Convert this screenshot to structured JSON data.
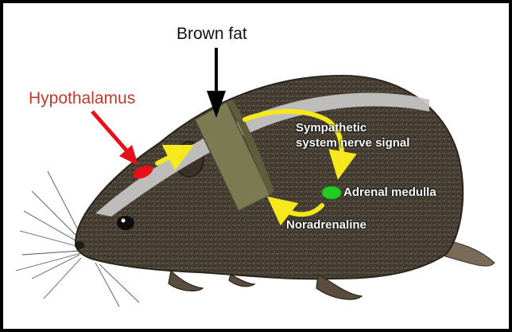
{
  "labels": {
    "brown_fat": "Brown fat",
    "hypothalamus": "Hypothalamus",
    "sympathetic_line1": "Sympathetic",
    "sympathetic_line2": "system nerve signal",
    "adrenal_medulla": "Adrenal medulla",
    "noradrenaline": "Noradrenaline"
  },
  "colors": {
    "hypothalamus_label": "#c0392b",
    "hypothalamus_marker": "#e8101a",
    "adrenal_marker": "#22cc22",
    "signal_arrow": "#f5e81c",
    "brown_fat_tissue": "#7c7a52",
    "nerve_path": "#c8c8c8",
    "animal_fur": "#4a4136"
  }
}
